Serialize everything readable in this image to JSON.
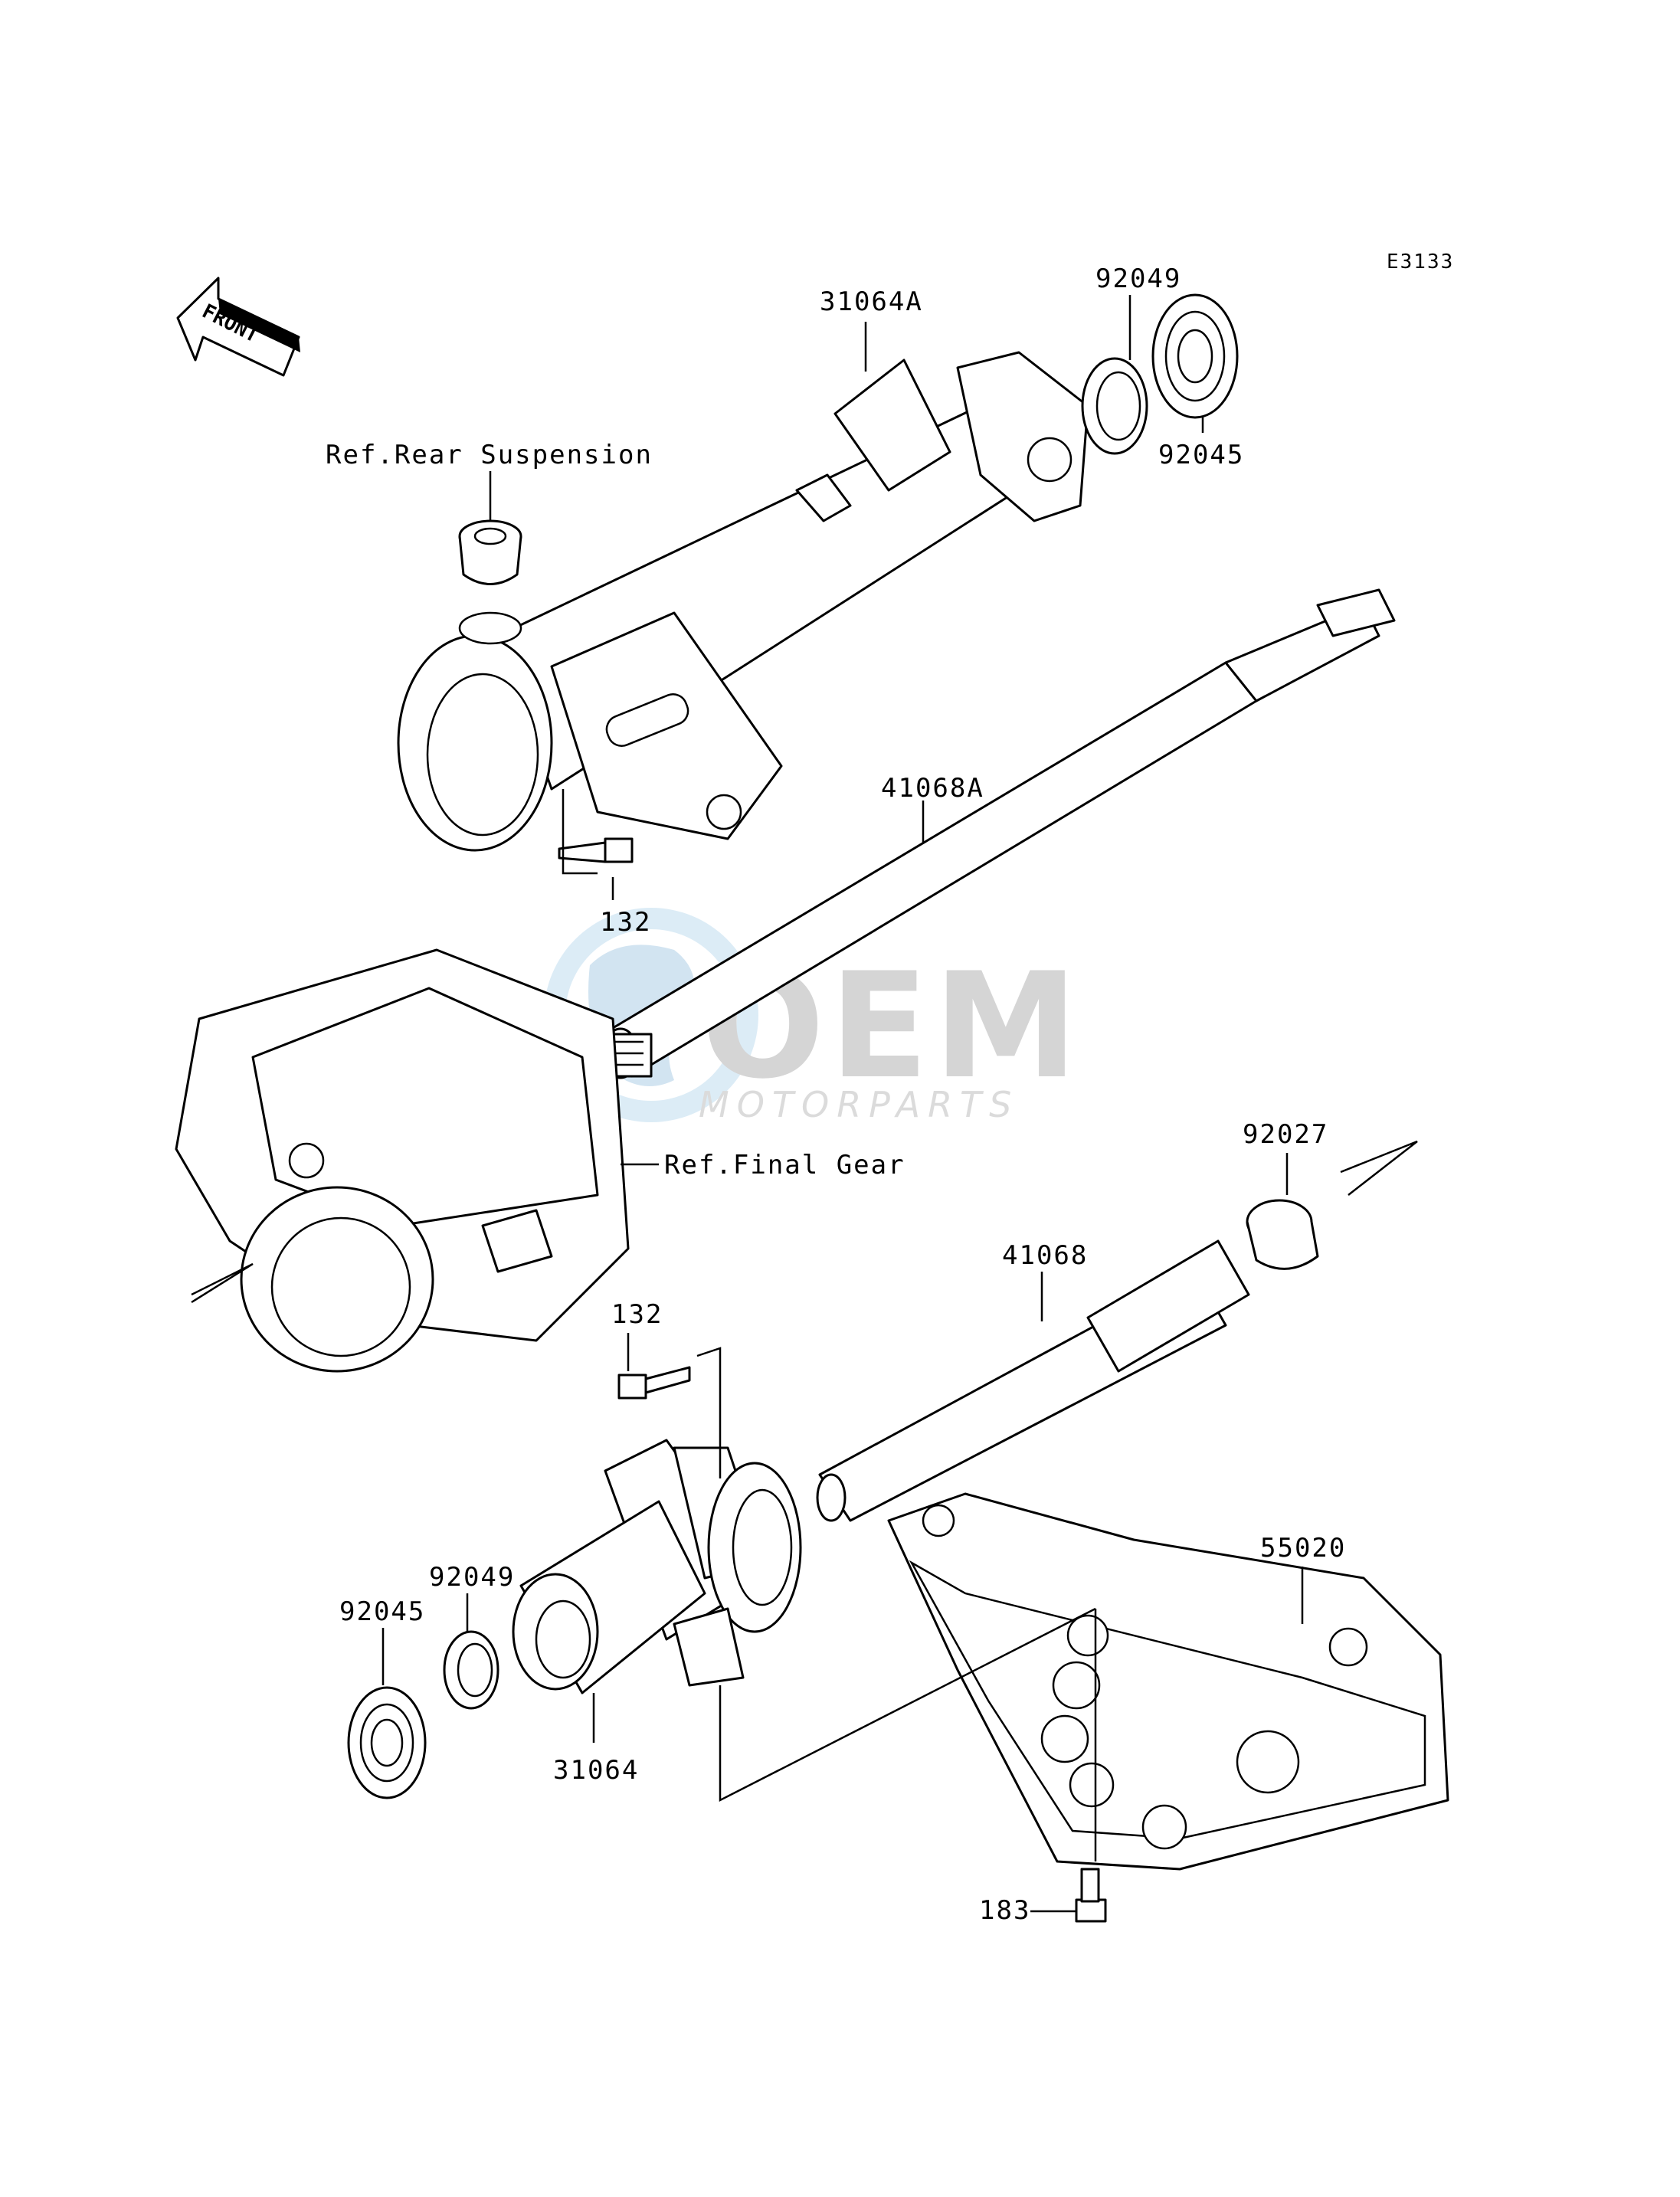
{
  "diagram_code": "E3133",
  "front_marker": "FRONT",
  "watermark": {
    "brand": "OEM",
    "sub": "MOTORPARTS"
  },
  "callouts": {
    "housing_upper": "31064A",
    "seal_upper": "92049",
    "bearing_upper": "92045",
    "rear_suspension_ref": "Ref.Rear Suspension",
    "axle_upper": "41068A",
    "bolt_upper": "132",
    "final_gear_ref": "Ref.Final Gear",
    "collar": "92027",
    "axle_lower": "41068",
    "bolt_lower": "132",
    "guard": "55020",
    "seal_lower": "92049",
    "bearing_lower": "92045",
    "housing_lower": "31064",
    "guard_bolt": "183"
  }
}
